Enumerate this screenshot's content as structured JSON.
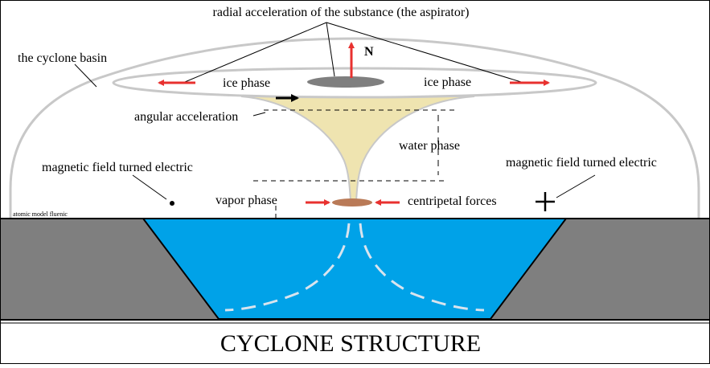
{
  "labels": {
    "radial_acceleration": "radial acceleration of the substance (the aspirator)",
    "cyclone_basin": "the cyclone basin",
    "ice_phase_left": "ice phase",
    "ice_phase_right": "ice phase",
    "north": "N",
    "angular_acceleration": "angular acceleration",
    "water_phase": "water phase",
    "magnetic_left": "magnetic field turned electric",
    "magnetic_right": "magnetic field turned electric",
    "vapor_phase": "vapor phase",
    "centripetal_forces": "centripetal forces",
    "atomic_model": "atomic model fluenic",
    "title": "CYCLONE  STRUCTURE"
  },
  "colors": {
    "arrow_red": "#e8312f",
    "water_blue": "#00a2e8",
    "ground_gray": "#7f7f7f",
    "funnel_beige": "#efe4b0",
    "disc_gray": "#7f7f7f",
    "core_brown": "#b97a57",
    "dome_outline": "#c8c8c8"
  },
  "icons": {
    "left_symbol": "dot",
    "right_symbol": "plus-sign"
  }
}
